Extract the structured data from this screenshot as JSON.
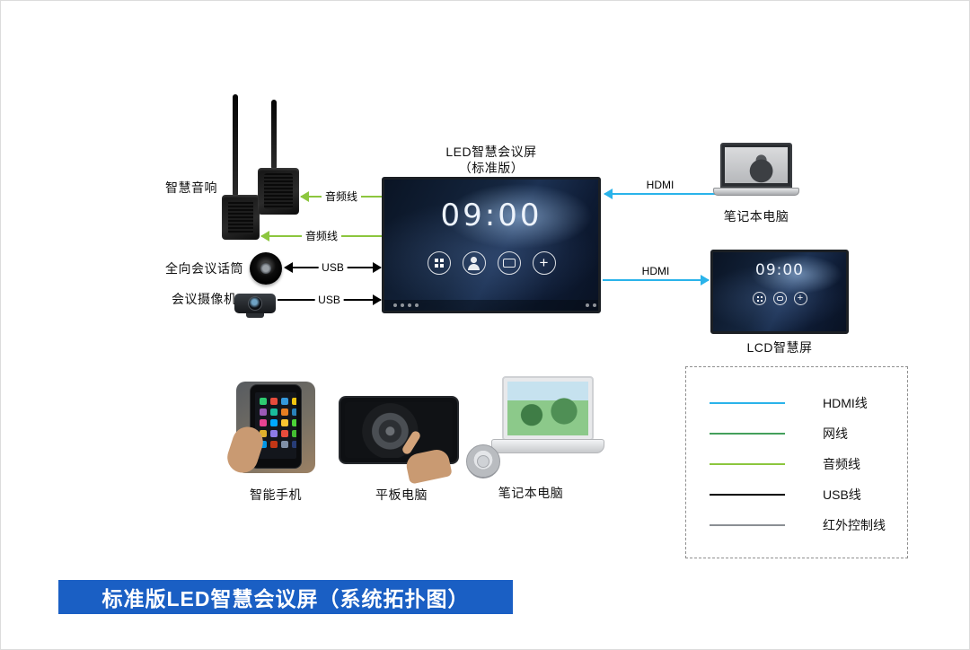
{
  "banner": {
    "text": "标准版LED智慧会议屏（系统拓扑图）",
    "bg": "#1a5fc4",
    "fg": "#ffffff"
  },
  "nodes": {
    "speakers": "智慧音响",
    "mic": "全向会议话筒",
    "camera": "会议摄像机",
    "led_screen_title": "LED智慧会议屏",
    "led_screen_subtitle": "（标准版）",
    "laptop_top": "笔记本电脑",
    "lcd_screen": "LCD智慧屏",
    "phone": "智能手机",
    "tablet": "平板电脑",
    "laptop_bottom": "笔记本电脑"
  },
  "led_screen": {
    "clock": "09:00"
  },
  "lcd_screen": {
    "clock": "09:00"
  },
  "connections": {
    "audio_1": {
      "label": "音频线",
      "color": "#8cc63e"
    },
    "audio_2": {
      "label": "音频线",
      "color": "#8cc63e"
    },
    "usb_1": {
      "label": "USB",
      "color": "#000000"
    },
    "usb_2": {
      "label": "USB",
      "color": "#000000"
    },
    "hdmi_1": {
      "label": "HDMI",
      "color": "#2ab3ea"
    },
    "hdmi_2": {
      "label": "HDMI",
      "color": "#2ab3ea"
    }
  },
  "legend": {
    "items": [
      {
        "label": "HDMI线",
        "color": "#2ab3ea"
      },
      {
        "label": "网线",
        "color": "#44a05c"
      },
      {
        "label": "音频线",
        "color": "#8cc63e"
      },
      {
        "label": "USB线",
        "color": "#000000"
      },
      {
        "label": "红外控制线",
        "color": "#8a8f94"
      }
    ]
  }
}
